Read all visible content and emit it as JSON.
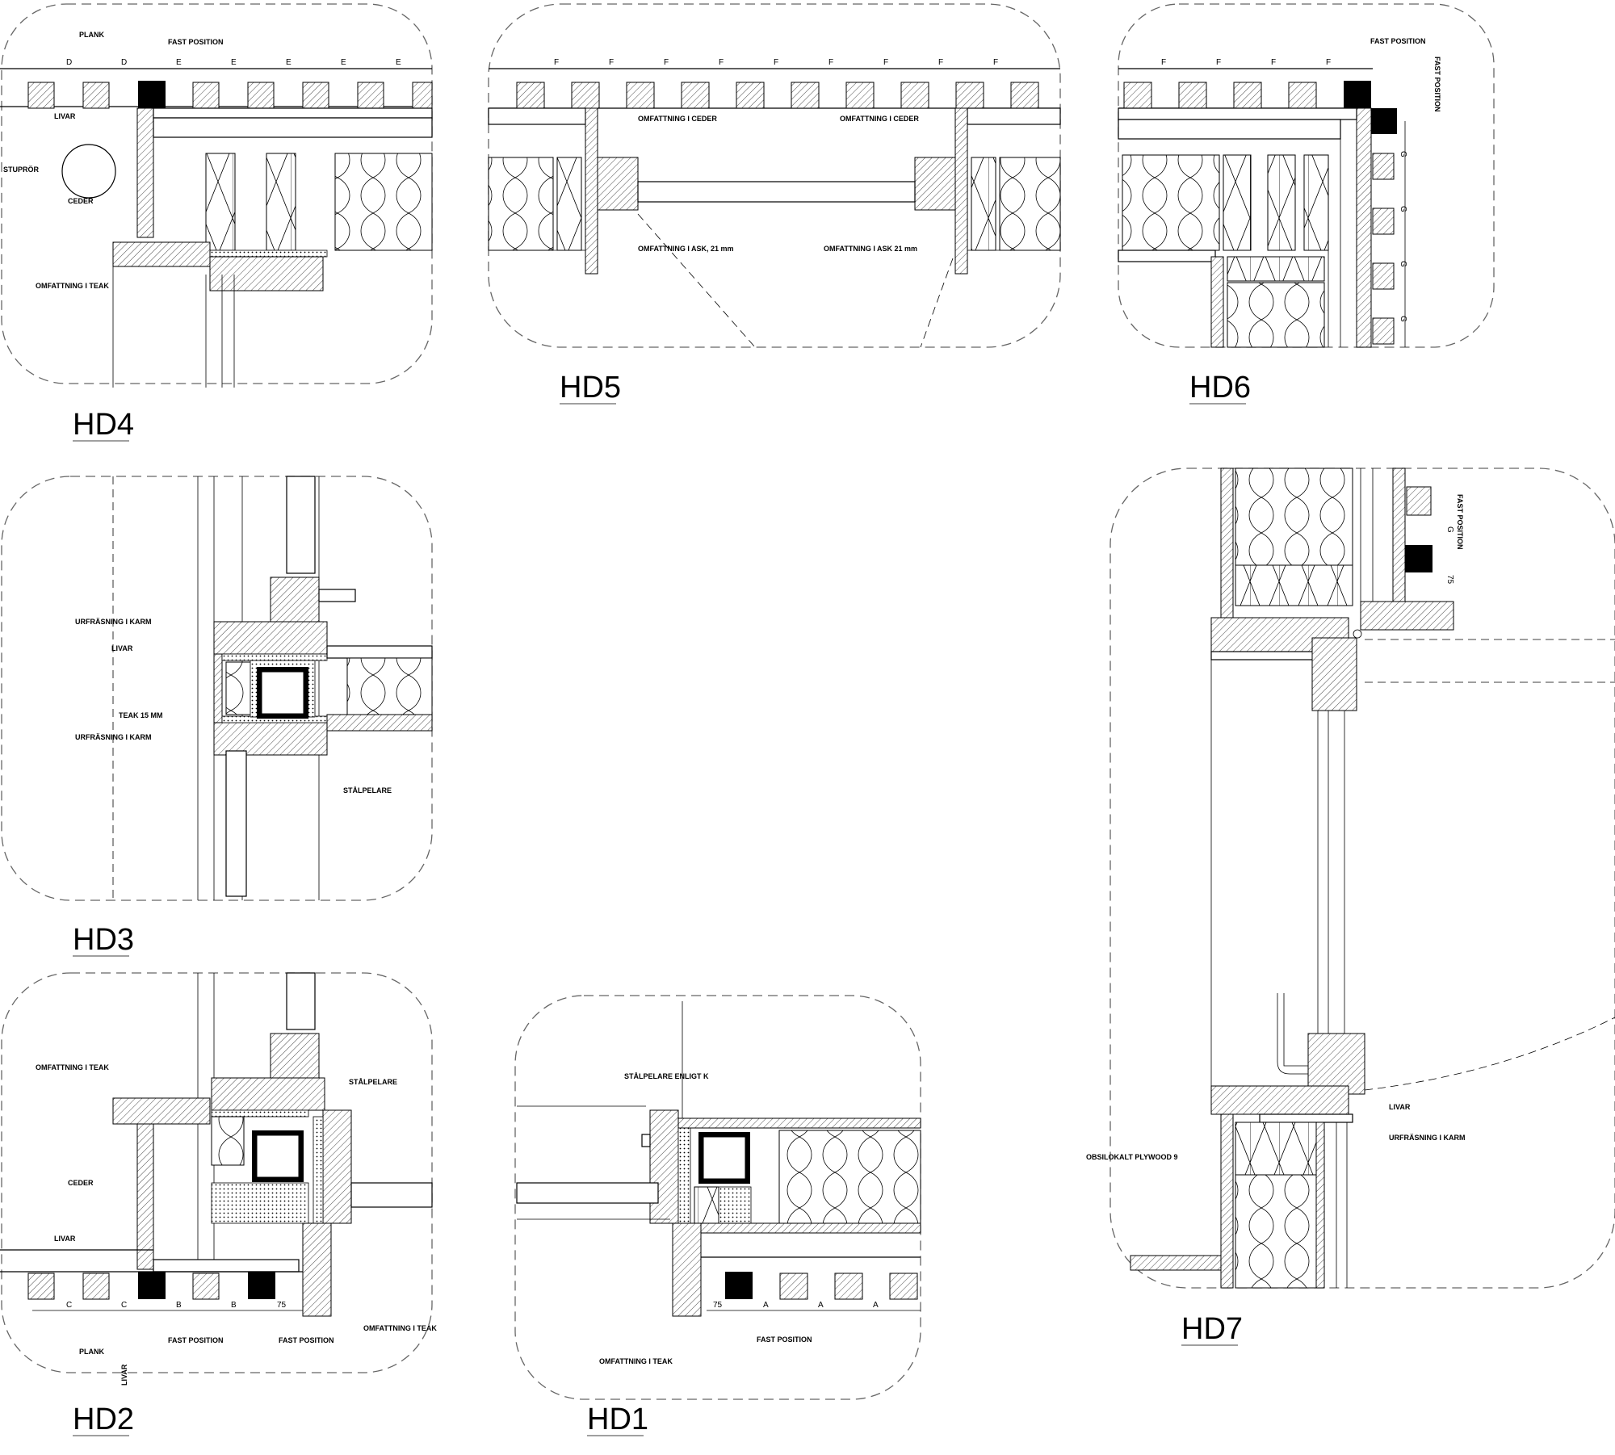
{
  "details": {
    "hd4": {
      "title": "HD4",
      "plank": "PLANK",
      "livar": "LIVAR",
      "stuprör": "STUPRÖR",
      "ceder": "CEDER",
      "omfattning_teak": "OMFATTNING I TEAK",
      "fast_position": "FAST POSITION",
      "dims": [
        "D",
        "D",
        "E",
        "E",
        "E",
        "E",
        "E"
      ]
    },
    "hd5": {
      "title": "HD5",
      "omfattning_ceder_left": "OMFATTNING I CEDER",
      "omfattning_ceder_right": "OMFATTNING I CEDER",
      "omfattning_ask_left": "OMFATTNING I ASK, 21 mm",
      "omfattning_ask_right": "OMFATTNING I ASK 21 mm",
      "dims": [
        "F",
        "F",
        "F",
        "F",
        "F",
        "F",
        "F",
        "F",
        "F"
      ]
    },
    "hd6": {
      "title": "HD6",
      "fast_position_top": "FAST POSITION",
      "fast_position_side": "FAST POSITION",
      "dims": [
        "F",
        "F",
        "F",
        "F"
      ],
      "dims_vertical": [
        "G",
        "G",
        "G",
        "G"
      ]
    },
    "hd3": {
      "title": "HD3",
      "urfrasning_top": "URFRÄSNING I KARM",
      "livar": "LIVAR",
      "teak": "TEAK 15 MM",
      "urfrasning_bottom": "URFRÄSNING I KARM",
      "stalpelare": "STÅLPELARE"
    },
    "hd2": {
      "title": "HD2",
      "omfattning_teak_top": "OMFATTNING I TEAK",
      "stalpelare": "STÅLPELARE",
      "ceder": "CEDER",
      "livar": "LIVAR",
      "plank": "PLANK",
      "livar_vertical": "LIVAR",
      "fast_position_1": "FAST POSITION",
      "fast_position_2": "FAST POSITION",
      "omfattning_teak_right": "OMFATTNING I TEAK",
      "dims": [
        "C",
        "C",
        "B",
        "B",
        "75"
      ]
    },
    "hd1": {
      "title": "HD1",
      "stalpelare": "STÅLPELARE ENLIGT K",
      "fast_position": "FAST POSITION",
      "omfattning_teak": "OMFATTNING I TEAK",
      "dims": [
        "75",
        "A",
        "A",
        "A"
      ]
    },
    "hd7": {
      "title": "HD7",
      "fast_position": "FAST POSITION",
      "dim_g": "G",
      "dim_75": "75",
      "livar": "LIVAR",
      "urfrasning": "URFRÄSNING I KARM",
      "plywood": "OBSILOKALT PLYWOOD 9"
    }
  }
}
